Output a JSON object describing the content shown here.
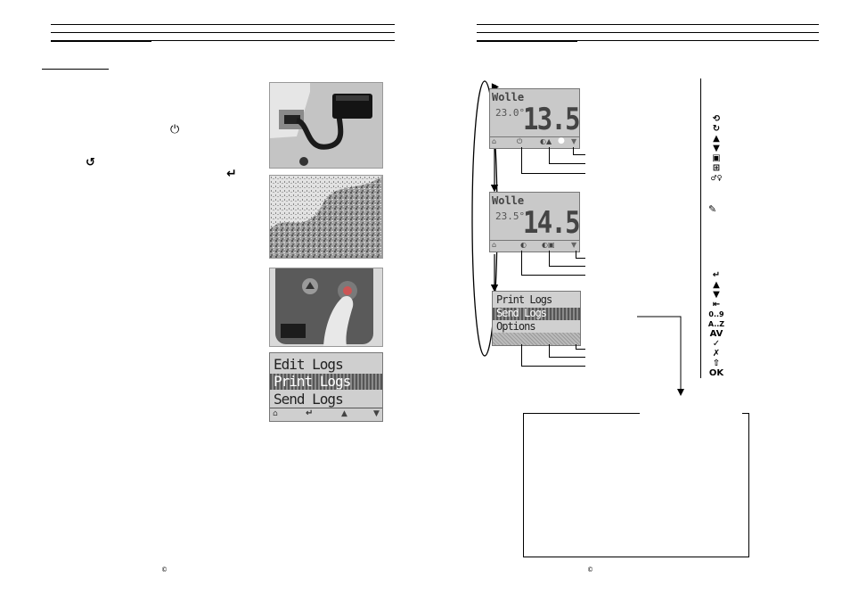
{
  "left_page": {
    "section_heading": "",
    "inline_icons": [
      {
        "name": "power-icon",
        "glyph": "⏻"
      },
      {
        "name": "rotate-icon",
        "glyph": "↺"
      },
      {
        "name": "enter-icon",
        "glyph": "↵"
      }
    ],
    "photos": [
      {
        "name": "photo-connector-cable"
      },
      {
        "name": "photo-grain-sample"
      },
      {
        "name": "photo-button-press"
      }
    ],
    "menu_display": {
      "items": [
        "Edit Logs",
        "Print Logs",
        "Send Logs"
      ],
      "selected_index": 1,
      "footer_icons": [
        "⌂",
        "↵",
        "▲",
        "▼"
      ]
    },
    "copyright_mark": "©"
  },
  "right_page": {
    "display_1": {
      "material": "Wolle",
      "temperature": "23.0°",
      "reading": "13.5",
      "footer_icons": [
        "⌂",
        "⏻",
        "◐▲",
        "●",
        "▼"
      ]
    },
    "display_2": {
      "material": "Wolle",
      "temperature": "23.5°",
      "reading": "14.5",
      "footer_icons": [
        "⌂",
        "◐",
        "◐▣",
        "▼"
      ]
    },
    "display_3": {
      "items": [
        "Print Logs",
        "Send Logs",
        "Options"
      ],
      "selected_index": 1
    },
    "legend_top_symbols": [
      "⟲",
      "↻",
      "▲",
      "▼",
      "▣",
      "⊞",
      "♂♀"
    ],
    "legend_pencil": "✎",
    "legend_bottom_symbols": [
      "↵",
      "▲",
      "▼",
      "⇤",
      "0..9",
      "A..Z",
      "AV",
      "✓",
      "✗",
      "⇧",
      "OK"
    ],
    "copyright_mark": "©"
  },
  "colors": {
    "lcd_background": "#c9c9c9",
    "ink": "#000000"
  }
}
